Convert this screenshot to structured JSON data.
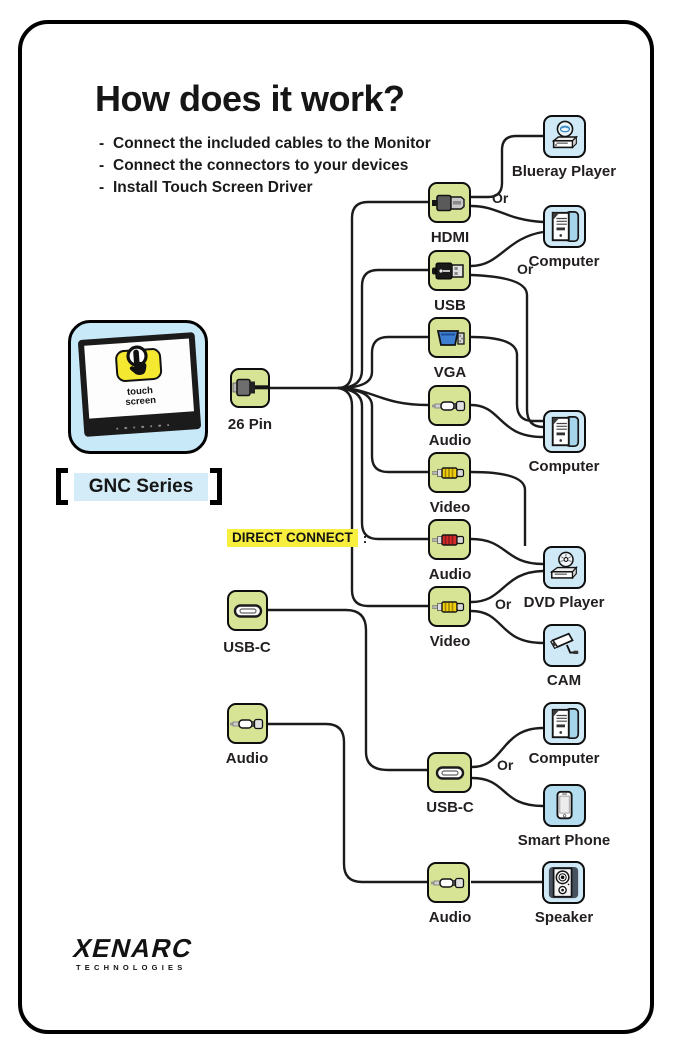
{
  "header": {
    "title": "How does it work?",
    "bullet_marker": "-",
    "bullets": [
      "Connect the included cables to the Monitor",
      "Connect the connectors to your devices",
      "Install Touch Screen Driver"
    ]
  },
  "monitor": {
    "touch_line1": "touch",
    "touch_line2": "screen",
    "series_label": "GNC Series"
  },
  "source": {
    "label": "26 Pin"
  },
  "connectors": {
    "hdmi": "HDMI",
    "usb": "USB",
    "vga": "VGA",
    "audio1": "Audio",
    "video1": "Video",
    "audio2": "Audio",
    "video2": "Video"
  },
  "devices": {
    "blueray": "Blueray Player",
    "computer1": "Computer",
    "computer2": "Computer",
    "dvd": "DVD Player",
    "cam": "CAM",
    "computer3": "Computer",
    "smartphone": "Smart Phone",
    "speaker": "Speaker"
  },
  "direct": {
    "heading": "DIRECT CONNECT",
    "colon": ":",
    "usbc_left": "USB-C",
    "audio_left": "Audio",
    "usbc_right": "USB-C",
    "audio_right": "Audio"
  },
  "or": {
    "a": "Or",
    "b": "Or",
    "c": "Or",
    "d": "Or"
  },
  "logo": {
    "brand": "XENARC",
    "sub": "TECHNOLOGIES"
  },
  "colors": {
    "connector_green": "#d7e395",
    "device_blue": "#cfe9f6",
    "monitor_blue": "#c8e9f8",
    "gnc_band_blue": "#d3ecf7",
    "highlight_yellow": "#f8ee3e",
    "touch_yellow": "#f4e930",
    "vga_blue": "#3f7fd1",
    "rca_yellow": "#f3cf0c",
    "rca_red": "#d42b2b",
    "line_black": "#1c1c1c"
  }
}
